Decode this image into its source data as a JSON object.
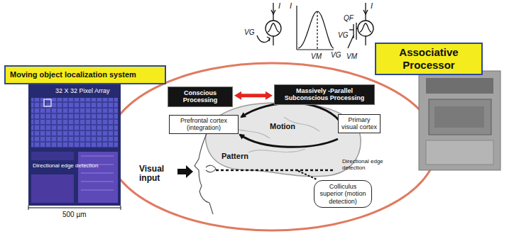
{
  "diagram": {
    "nodes": [
      {
        "text": [
          "Moving object localization system"
        ]
      },
      {
        "text": [
          "Associative Processor"
        ]
      },
      {
        "text": [
          "Conscious Processing"
        ]
      },
      {
        "text": [
          "Massively -Parallel Subconscious Processing"
        ]
      },
      {
        "text": [
          "Prefrontal cortex (integration)"
        ]
      },
      {
        "text": [
          "Primary visual cortex"
        ]
      },
      {
        "text": [
          "Colliculus superior (motion detection)"
        ]
      }
    ],
    "edges": [
      {
        "from": 2,
        "to": 3,
        "arrow": "both"
      }
    ],
    "labels": [
      "32 X 32 Pixel Array",
      "Directional edge detection",
      "500 µm",
      "I",
      "VG",
      "I",
      "VM",
      "VG",
      "QF",
      "I",
      "VG",
      "VM",
      "Motion",
      "Pattern",
      "Visual input",
      "Directional edge detection"
    ]
  }
}
